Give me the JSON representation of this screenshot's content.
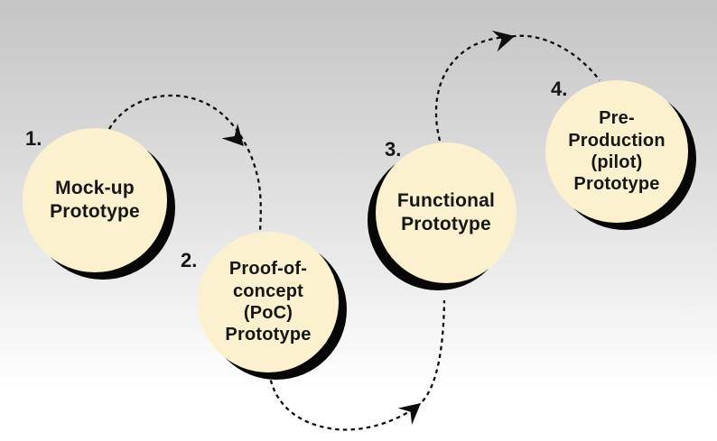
{
  "colors": {
    "background_top": "#c5c5c5",
    "background_bottom": "#ffffff",
    "circle_fill": "#fbf1cf",
    "shadow": "#070707",
    "line": "#0d0d0d",
    "text": "#161616"
  },
  "stages": [
    {
      "number": "1.",
      "label": "Mock-up\nPrototype"
    },
    {
      "number": "2.",
      "label": "Proof-of-\nconcept\n(PoC)\nPrototype"
    },
    {
      "number": "3.",
      "label": "Functional\nPrototype"
    },
    {
      "number": "4.",
      "label": "Pre-\nProduction\n(pilot)\nPrototype"
    }
  ],
  "connectors": [
    {
      "from": "1",
      "to": "2",
      "style": "dashed-curve-arrow"
    },
    {
      "from": "2",
      "to": "3",
      "style": "dashed-curve-arrow"
    },
    {
      "from": "3",
      "to": "4",
      "style": "dashed-curve-arrow"
    }
  ]
}
